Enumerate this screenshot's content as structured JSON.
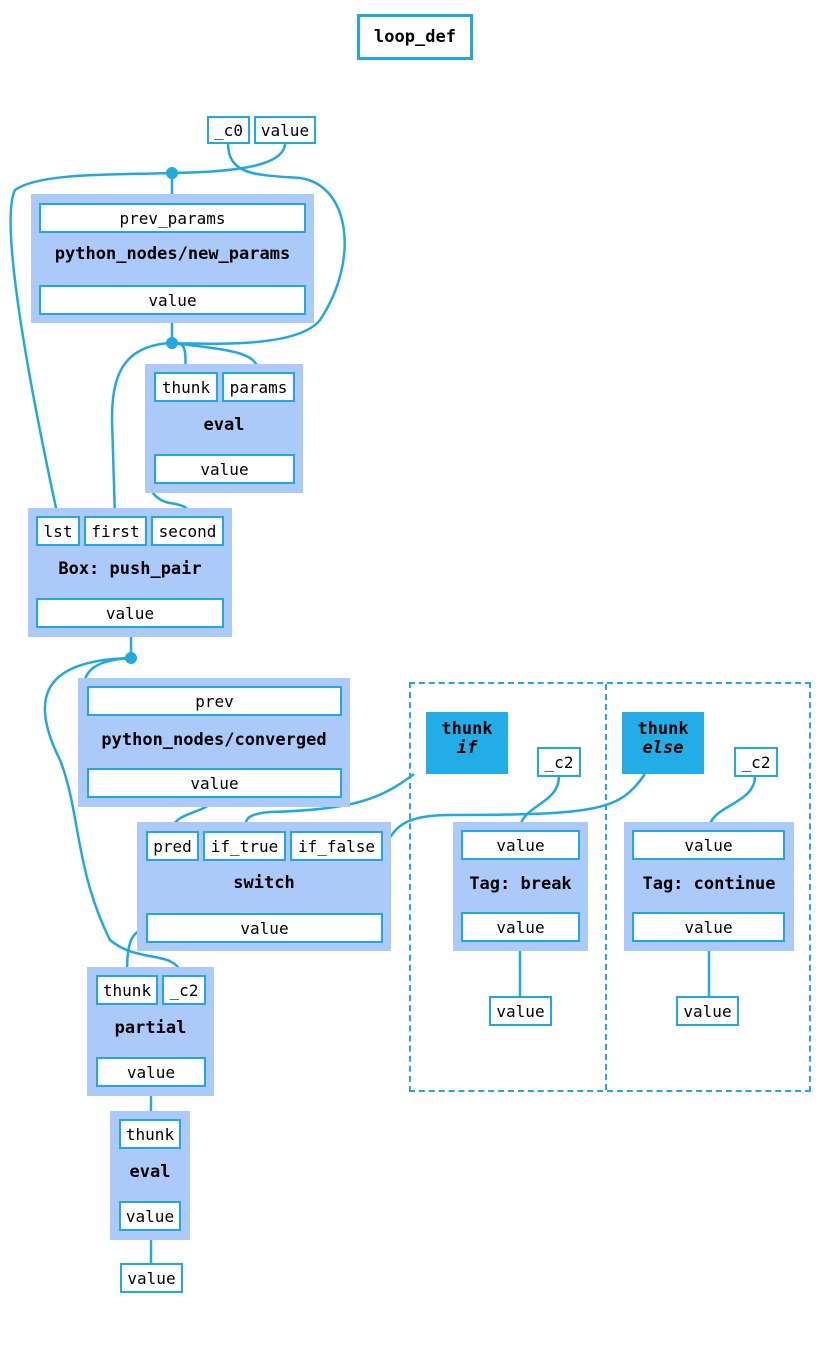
{
  "title": "loop_def",
  "inputs": {
    "c0": "_c0",
    "value": "value"
  },
  "new_params": {
    "in": "prev_params",
    "label": "python_nodes/new_params",
    "out": "value"
  },
  "eval1": {
    "in1": "thunk",
    "in2": "params",
    "label": "eval",
    "out": "value"
  },
  "push_pair": {
    "in1": "lst",
    "in2": "first",
    "in3": "second",
    "label": "Box: push_pair",
    "out": "value"
  },
  "converged": {
    "in": "prev",
    "label": "python_nodes/converged",
    "out": "value"
  },
  "switch": {
    "in1": "pred",
    "in2": "if_true",
    "in3": "if_false",
    "label": "switch",
    "out": "value"
  },
  "partial": {
    "in1": "thunk",
    "in2": "_c2",
    "label": "partial",
    "out": "value"
  },
  "eval2": {
    "in": "thunk",
    "label": "eval",
    "out": "value"
  },
  "output": "value",
  "thunk_if": {
    "title": "thunk",
    "sub": "if",
    "const": "_c2"
  },
  "thunk_else": {
    "title": "thunk",
    "sub": "else",
    "const": "_c2"
  },
  "tag_break": {
    "in": "value",
    "label": "Tag: break",
    "out": "value",
    "result": "value"
  },
  "tag_continue": {
    "in": "value",
    "label": "Tag: continue",
    "out": "value",
    "result": "value"
  },
  "colors": {
    "wire": "#22a7e0",
    "node": "#abcaf9",
    "port_border": "#22a7e0",
    "thunk": "#22ade6"
  }
}
